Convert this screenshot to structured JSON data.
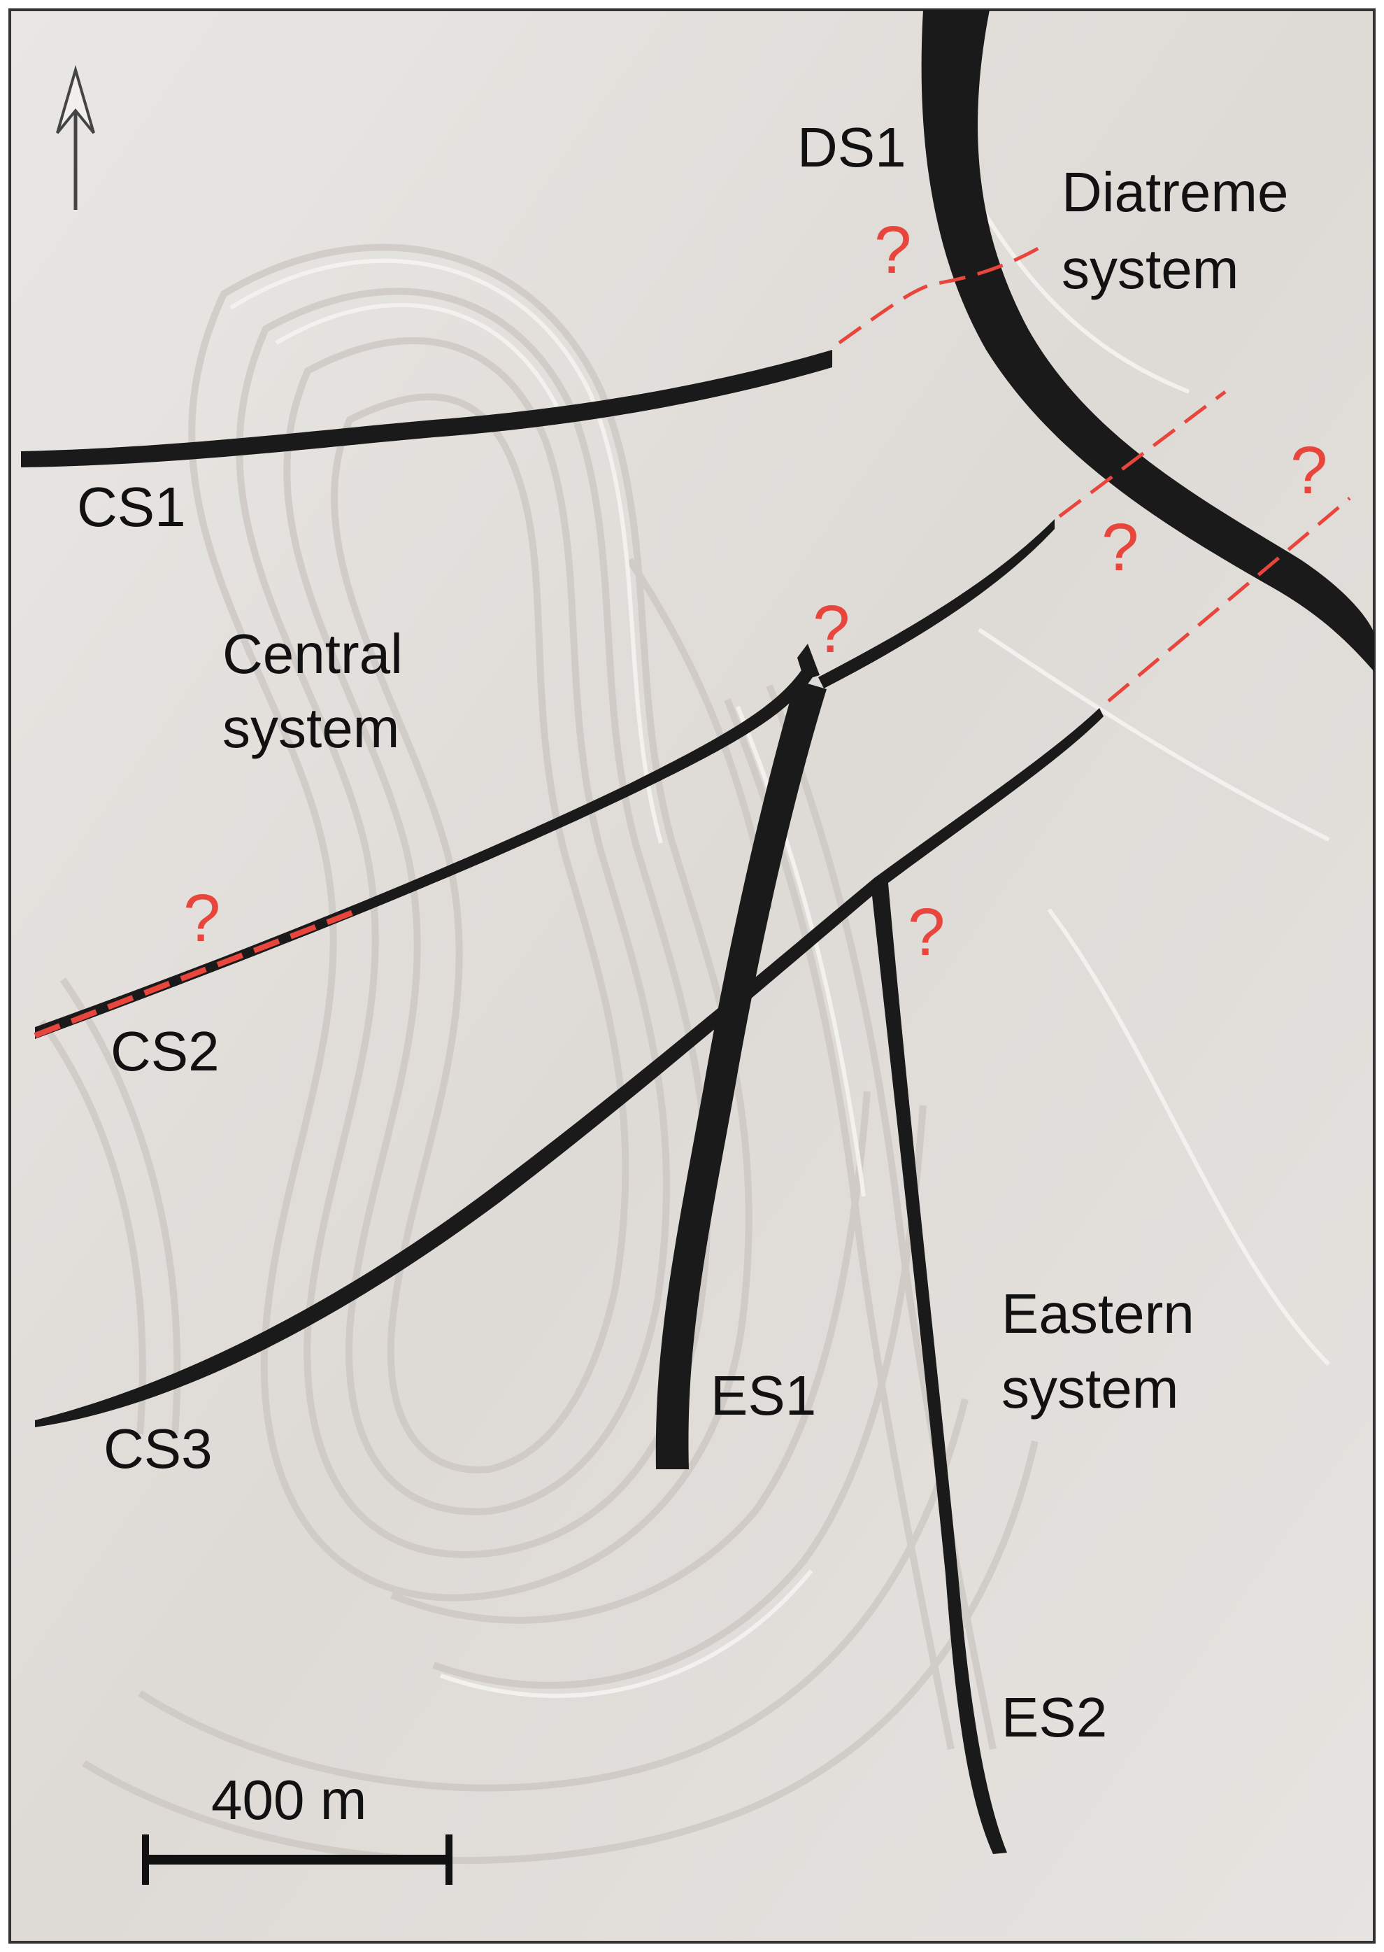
{
  "map": {
    "labels": {
      "ds1": "DS1",
      "diatreme_line1": "Diatreme",
      "diatreme_line2": "system",
      "cs1": "CS1",
      "central_line1": "Central",
      "central_line2": "system",
      "cs2": "CS2",
      "cs3": "CS3",
      "es1": "ES1",
      "eastern_line1": "Eastern",
      "eastern_line2": "system",
      "es2": "ES2"
    },
    "uncertainty_marker": "?",
    "scale_bar": {
      "label": "400 m"
    },
    "north_arrow": "north-arrow-icon",
    "colors": {
      "background": "#e4e1de",
      "terrain": "#cfcac6",
      "terrain_light": "#f4f2f0",
      "structure": "#1a1a1a",
      "uncertain": "#e8463c",
      "frame": "#333333"
    }
  }
}
